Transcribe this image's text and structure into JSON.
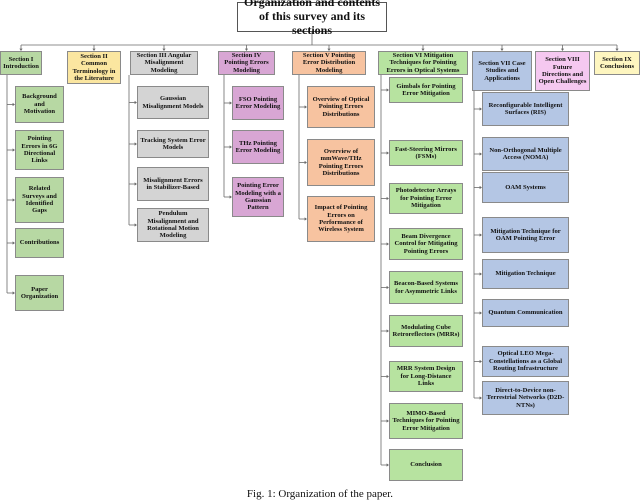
{
  "root": "Organization and contents of this survey and its sections",
  "caption": "Fig. 1: Organization of the paper.",
  "colors": {
    "s1": "#b7d8a3",
    "s2": "#fbe6a0",
    "s3": "#d4d4d4",
    "s4": "#d8a6d4",
    "s5": "#f7c3a0",
    "s6": "#b7e3a0",
    "s7": "#b4c6e4",
    "s8": "#f5c8f0",
    "s9": "#fef6c0"
  },
  "sections": [
    {
      "title": "Section I Introduction",
      "color": "s1",
      "children": [
        "Background and Motivation",
        "Pointing Errors in 6G Directional Links",
        "Related Surveys and Identified Gaps",
        "Contributions",
        "Paper Organization"
      ]
    },
    {
      "title": "Section II Common Terminology in the Literature",
      "color": "s2",
      "children": []
    },
    {
      "title": "Section III Angular Misalignment Modeling",
      "color": "s3",
      "children": [
        "Gaussian Misalignment Models",
        "Tracking System Error Models",
        "Misalignment Errors in Stabilizer-Based",
        "Pendulum Misalignment and Rotational Motion Modeling"
      ]
    },
    {
      "title": "Section IV Pointing Errors Modeling",
      "color": "s4",
      "children": [
        "FSO Pointing Error Modeling",
        "THz Pointing Error Modeling",
        "Pointing Error Modeling with a Gaussian Pattern"
      ]
    },
    {
      "title": "Section V Pointing Error Distribution Modeling",
      "color": "s5",
      "children": [
        "Overview of Optical Pointing Errors Distributions",
        "Overview of mmWave/THz Pointing Errors Distributions",
        "Impact of Pointing Errors on Performance of Wireless System"
      ]
    },
    {
      "title": "Section VI Mitigation Techniques for Pointing Errors in Optical Systems",
      "color": "s6",
      "children": [
        "Gimbals for Pointing Error Mitigation",
        "Fast-Steering Mirrors (FSMs)",
        "Photodetector Arrays for Pointing Error Mitigation",
        "Beam Divergence Control for Mitigating Pointing Errors",
        "Beacon-Based Systems for Asymmetric Links",
        "Modulating Cube Retroreflectors (MRRs)",
        "MRR System Design for Long-Distance Links",
        "MIMO-Based Techniques for Pointing Error Mitigation",
        "Conclusion"
      ]
    },
    {
      "title": "Section VII Case Studies and Applications",
      "color": "s7",
      "children": [
        "Reconfigurable Intelligent Surfaces (RIS)",
        "Non-Orthogonal Multiple Access (NOMA)",
        "OAM Systems",
        "Mitigation Technique for OAM Pointing Error",
        "Mitigation Technique",
        "Quantum Communication",
        "Optical LEO Mega-Constellations as a Global Routing Infrastructure",
        "Direct-to-Device non-Terrestrial Networks (D2D-NTNs)"
      ]
    },
    {
      "title": "Section VIII Future Directions and Open Challenges",
      "color": "s8",
      "children": []
    },
    {
      "title": "Section IX Conclusions",
      "color": "s9",
      "children": []
    }
  ]
}
